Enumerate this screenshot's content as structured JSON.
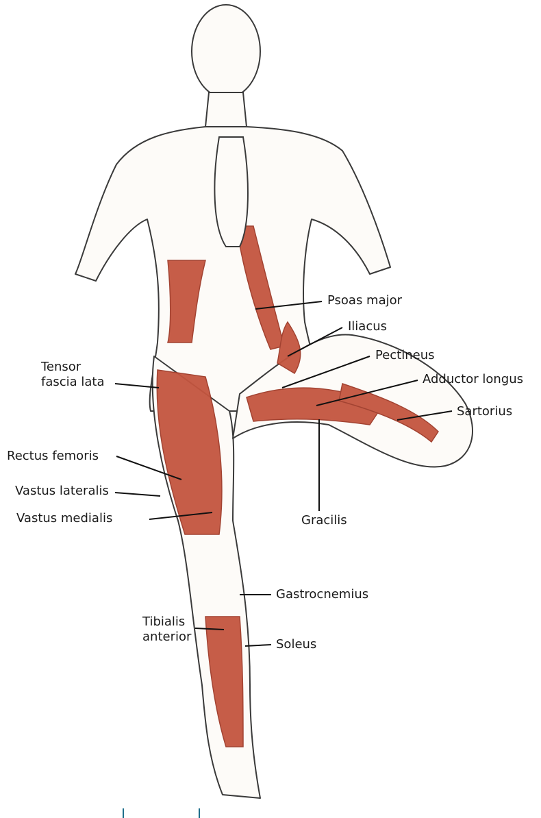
{
  "labels": {
    "psoas_major": "Psoas major",
    "iliacus": "Iliacus",
    "pectineus": "Pectineus",
    "adductor_longus": "Adductor longus",
    "sartorius": "Sartorius",
    "tensor_fascia_lata": "Tensor\nfascia lata",
    "rectus_femoris": "Rectus femoris",
    "vastus_lateralis": "Vastus lateralis",
    "vastus_medialis": "Vastus medialis",
    "gracilis": "Gracilis",
    "gastrocnemius": "Gastrocnemius",
    "tibialis_anterior": "Tibialis\nanterior",
    "soleus": "Soleus"
  },
  "colors": {
    "muscle": "#c4553f",
    "muscle_dark": "#9e3a28",
    "outline": "#3a3a3a",
    "leader": "#111111",
    "accent_mark": "#1f6f8b"
  },
  "figure": {
    "subject": "tree-pose-anatomy-illustration"
  }
}
